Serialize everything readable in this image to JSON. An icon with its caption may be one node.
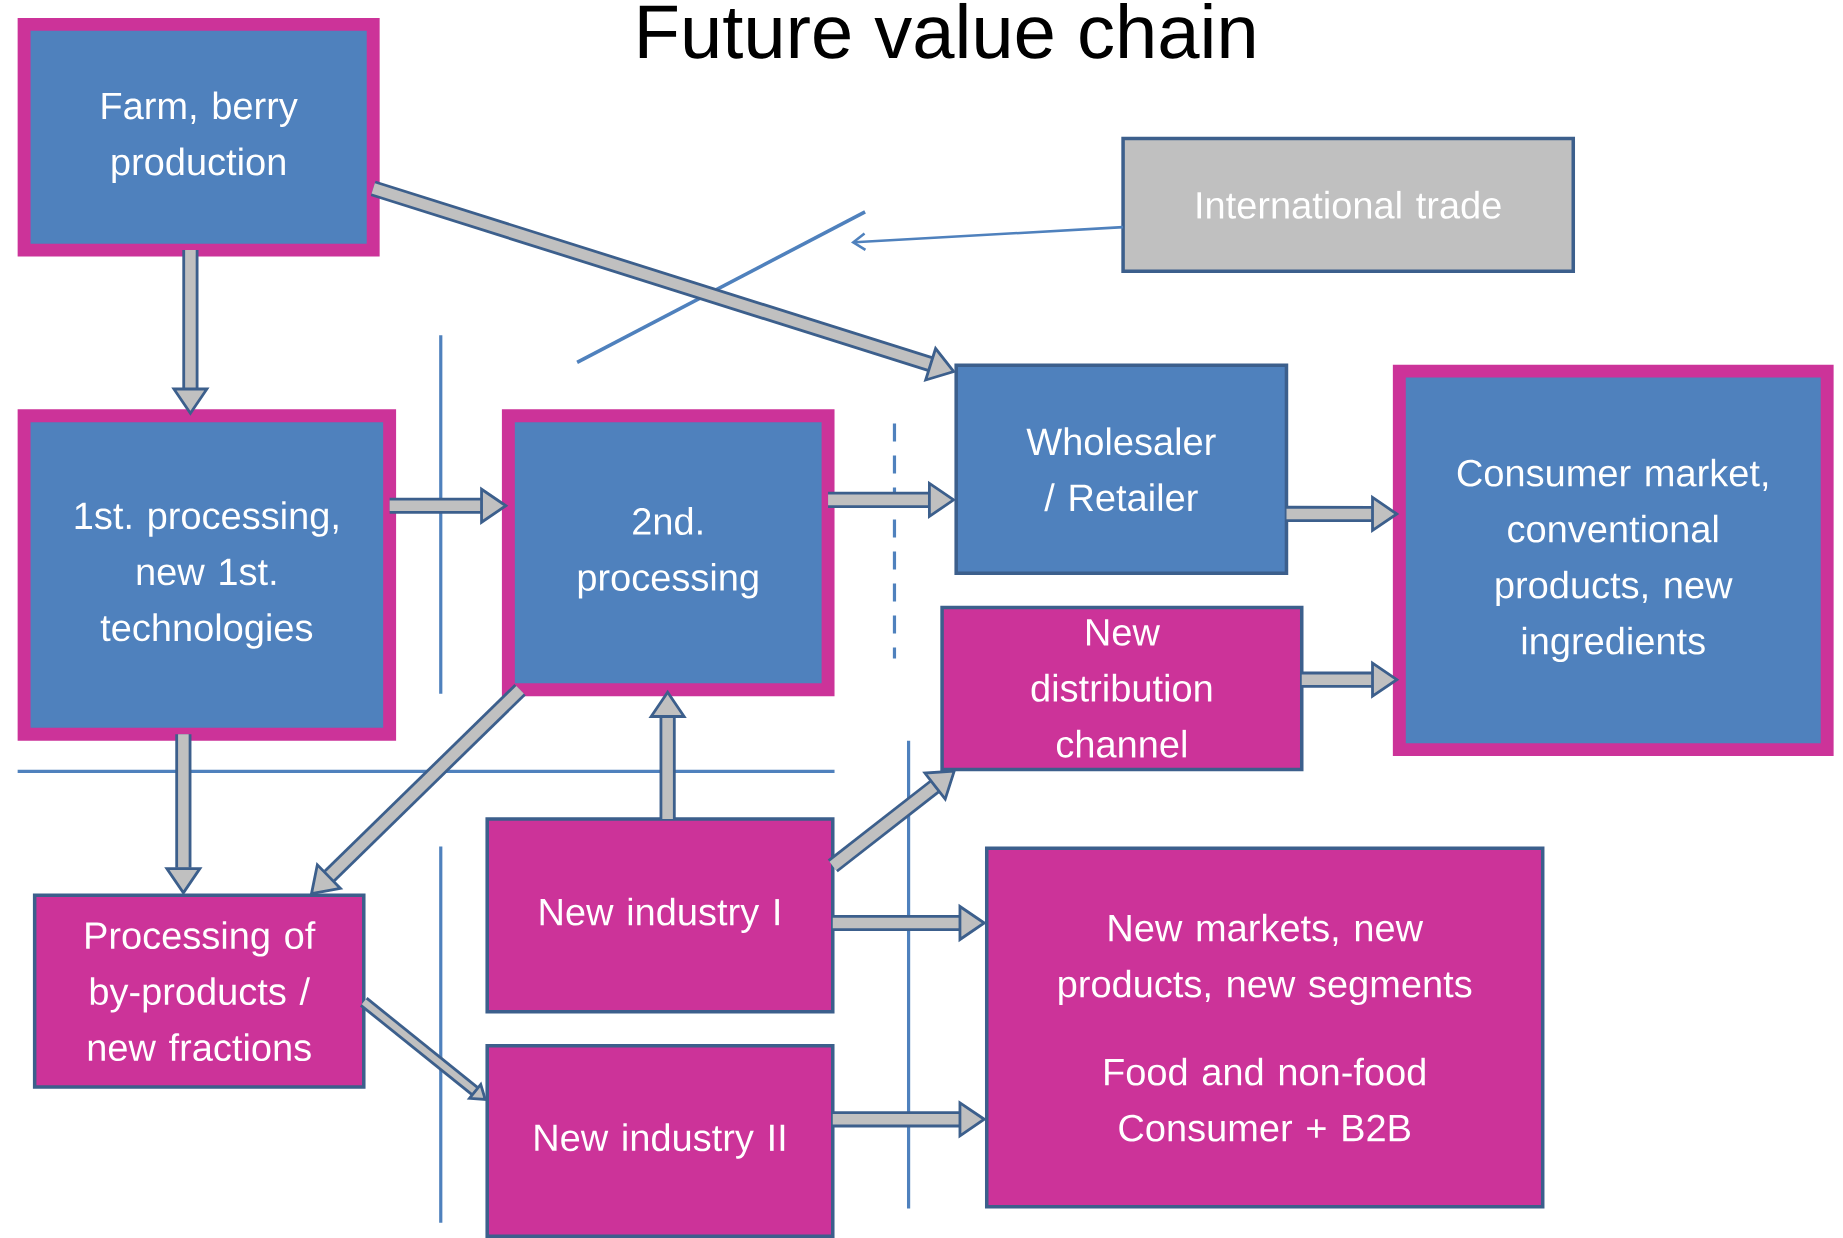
{
  "diagram": {
    "title": "Future value chain",
    "nodes": [
      {
        "text": [
          "Farm, berry production"
        ]
      },
      {
        "text": [
          "1st. processing, new 1st. technologies"
        ]
      },
      {
        "text": [
          "2nd. processing"
        ]
      },
      {
        "text": [
          "International trade"
        ]
      },
      {
        "text": [
          "Wholesaler / Retailer"
        ]
      },
      {
        "text": [
          "Consumer market, conventional products, new ingredients"
        ]
      },
      {
        "text": [
          "New distribution channel"
        ]
      },
      {
        "text": [
          "Processing of by-products / new fractions"
        ]
      },
      {
        "text": [
          "New industry I"
        ]
      },
      {
        "text": [
          "New markets, new products, new segments",
          "Food and non-food Consumer + B2B"
        ]
      },
      {
        "text": [
          "New industry II"
        ]
      }
    ],
    "edges": [
      {
        "from": 0,
        "to": 1,
        "arrow": "to"
      },
      {
        "from": 0,
        "to": 4,
        "arrow": "to"
      },
      {
        "from": 1,
        "to": 2,
        "arrow": "to"
      },
      {
        "from": 2,
        "to": 4,
        "arrow": "to"
      },
      {
        "from": 4,
        "to": 5,
        "arrow": "to"
      },
      {
        "from": 6,
        "to": 5,
        "arrow": "to"
      },
      {
        "from": 1,
        "to": 7,
        "arrow": "to"
      },
      {
        "from": 2,
        "to": 7,
        "arrow": "to"
      },
      {
        "from": 8,
        "to": 2,
        "arrow": "to"
      },
      {
        "from": 8,
        "to": 6,
        "arrow": "to"
      },
      {
        "from": 8,
        "to": 9,
        "arrow": "to"
      },
      {
        "from": 7,
        "to": 10,
        "arrow": "to"
      },
      {
        "from": 10,
        "to": 9,
        "arrow": "to"
      },
      {
        "from": 3,
        "to": null,
        "arrow": "to",
        "color": "#4f81bd"
      }
    ]
  }
}
